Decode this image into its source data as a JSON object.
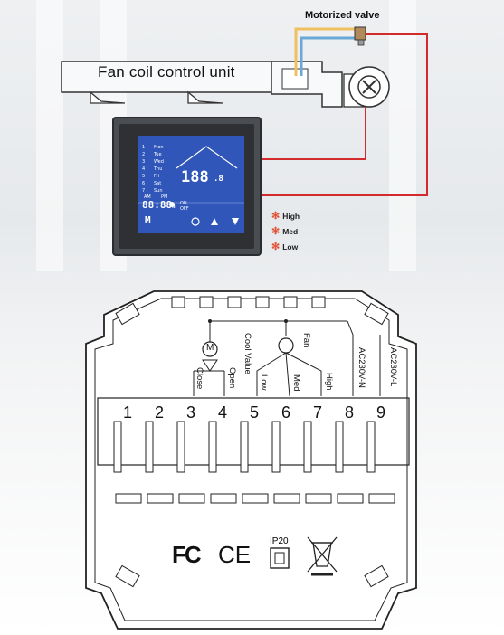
{
  "top": {
    "unit_title": "Fan coil control unit",
    "valve_title": "Motorized valve",
    "fan_speeds": [
      "High",
      "Med",
      "Low"
    ]
  },
  "thermostat": {
    "days": [
      "Mon",
      "Tue",
      "Wed",
      "Thu",
      "Fri",
      "Sat",
      "Sun"
    ],
    "day_numbers": [
      "1",
      "2",
      "3",
      "4",
      "5",
      "6",
      "7"
    ],
    "temp_display": "188",
    "temp_decimal": ".8",
    "time_display": "88:88",
    "am": "AM",
    "pm": "PM",
    "on": "ON",
    "off": "OFF",
    "h": "h",
    "buttons": [
      "M",
      "power",
      "up",
      "down"
    ]
  },
  "terminal": {
    "numbers": [
      "1",
      "2",
      "3",
      "4",
      "5",
      "6",
      "7",
      "8",
      "9"
    ],
    "labels": {
      "close": "Close",
      "open": "Open",
      "cool_value": "Cool Value",
      "low": "Low",
      "med": "Med",
      "high": "High",
      "fan": "Fan",
      "n": "AC230V-N",
      "l": "AC230V-L"
    },
    "motor_symbol": "M"
  },
  "certs": {
    "fc": "FC",
    "ce": "CE",
    "ip": "IP20"
  },
  "colors": {
    "wire_red": "#d32b2b",
    "wire_blue": "#6aa8d8",
    "wire_yellow": "#f0c060",
    "lcd_blue": "#2f56b8",
    "fan_icon": "#e0553a"
  }
}
